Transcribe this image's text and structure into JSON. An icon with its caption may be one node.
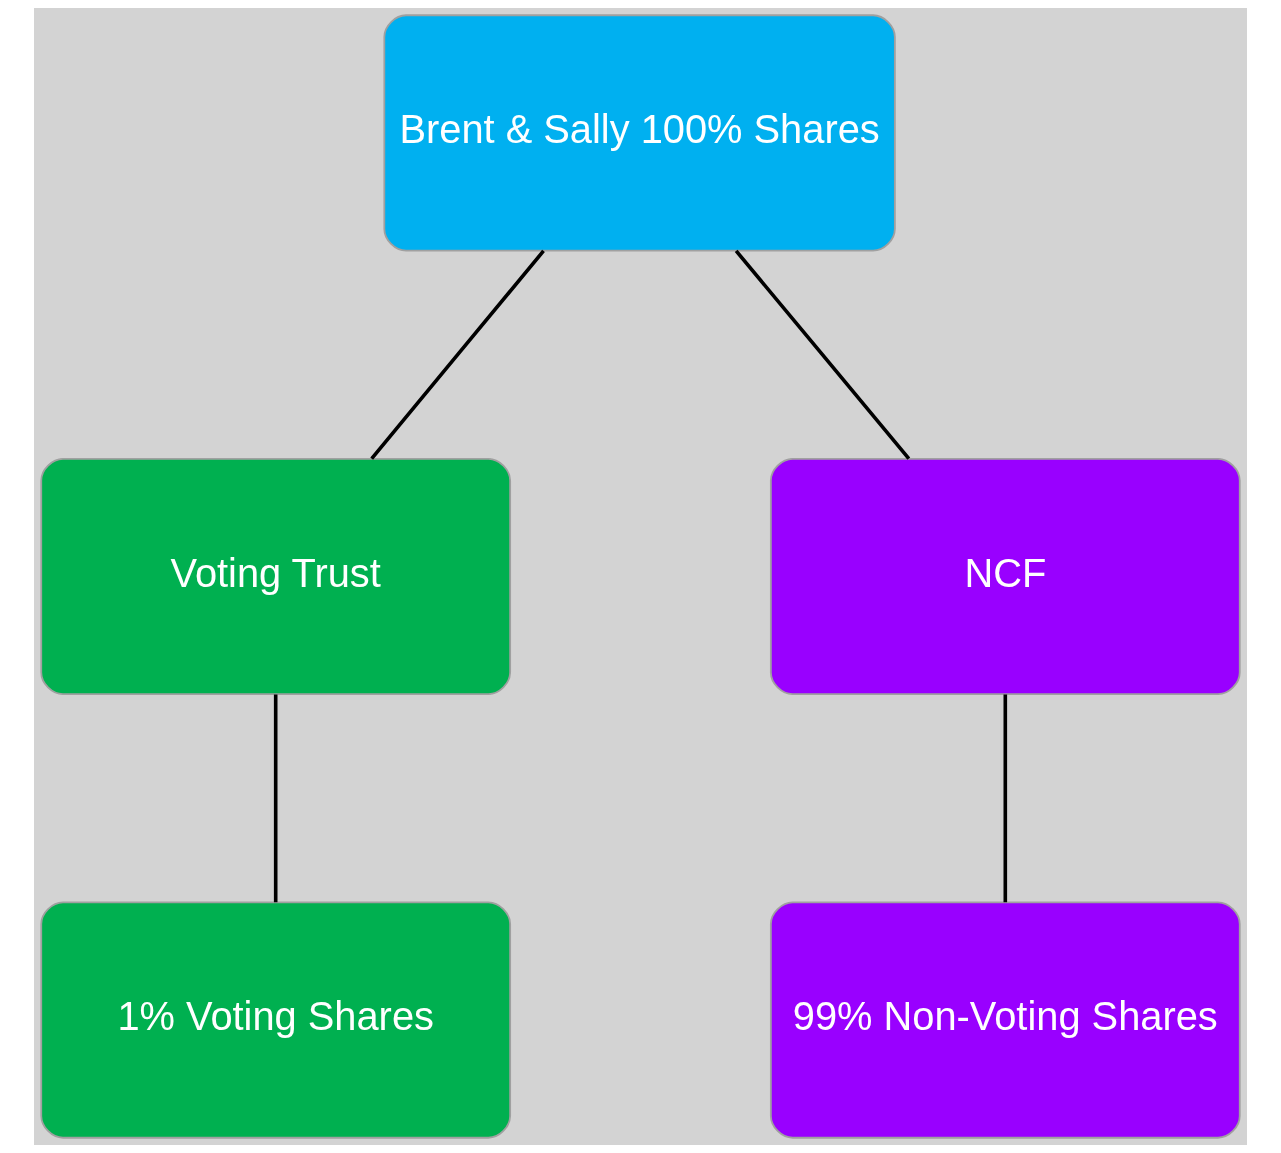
{
  "diagram": {
    "nodes": [
      {
        "text": [
          "Brent & Sally 100% Shares"
        ]
      },
      {
        "text": [
          "Voting Trust"
        ]
      },
      {
        "text": [
          "NCF"
        ]
      },
      {
        "text": [
          "1% Voting Shares"
        ]
      },
      {
        "text": [
          "99% Non-Voting Shares"
        ]
      }
    ],
    "edges": [
      {
        "from": 0,
        "to": 1,
        "arrow": "none"
      },
      {
        "from": 0,
        "to": 2,
        "arrow": "none"
      },
      {
        "from": 1,
        "to": 3,
        "arrow": "none"
      },
      {
        "from": 2,
        "to": 4,
        "arrow": "none"
      }
    ]
  }
}
